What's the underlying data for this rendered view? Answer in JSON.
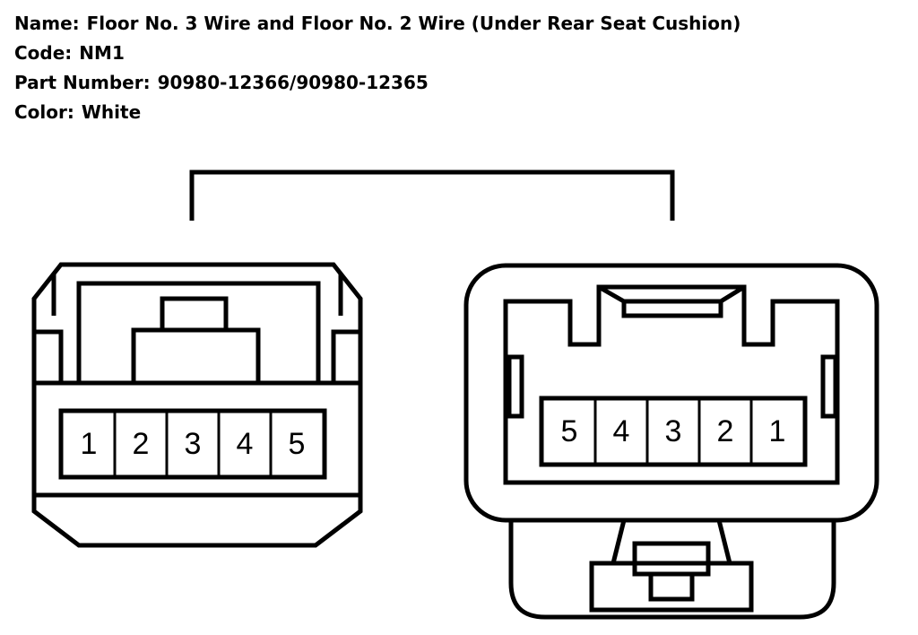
{
  "info": {
    "name": {
      "label": "Name:",
      "value": "Floor No. 3 Wire and Floor No. 2 Wire (Under Rear Seat Cushion)"
    },
    "code": {
      "label": "Code:",
      "value": "NM1"
    },
    "part_number": {
      "label": "Part Number:",
      "value": "90980-12366/90980-12365"
    },
    "color": {
      "label": "Color:",
      "value": "White"
    }
  },
  "connectors": {
    "left": {
      "pins": [
        "1",
        "2",
        "3",
        "4",
        "5"
      ]
    },
    "right": {
      "pins": [
        "5",
        "4",
        "3",
        "2",
        "1"
      ]
    }
  },
  "colors": {
    "line": "#000000",
    "background": "#ffffff"
  }
}
